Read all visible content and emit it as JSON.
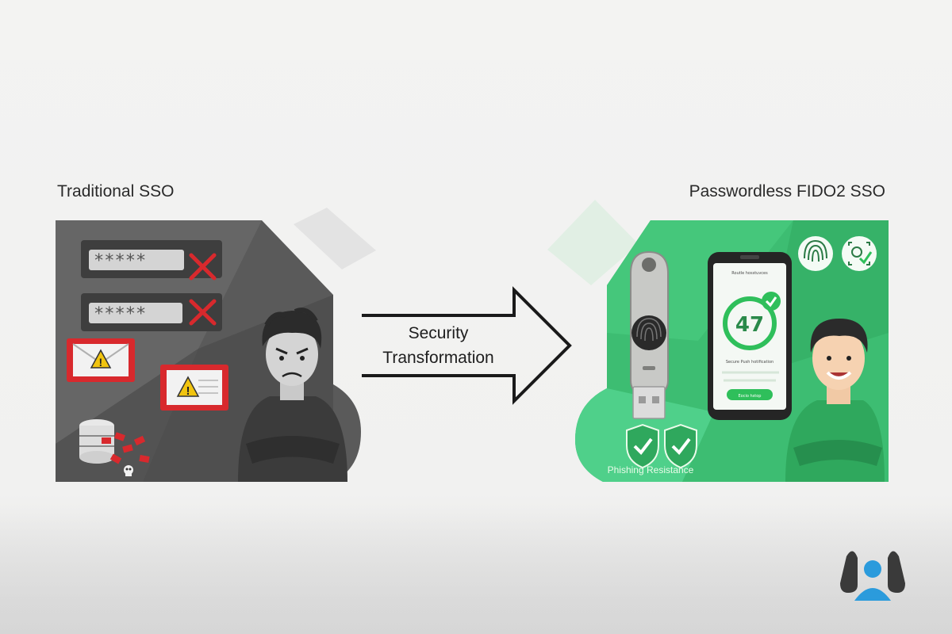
{
  "left_panel": {
    "title": "Traditional SSO",
    "password_mask": "*****",
    "icons": [
      "cross-icon",
      "warning-email-icon",
      "database-breach-icon",
      "skull-icon"
    ]
  },
  "center": {
    "label_line1": "Security",
    "label_line2": "Transformation"
  },
  "right_panel": {
    "title": "Passwordless FIDO2 SSO",
    "phone": {
      "header": "Routle hosstuvces",
      "number": "47",
      "caption": "Secure Push hotification",
      "button": "Eocio hstop"
    },
    "phishing_label": "Phishing Resistance",
    "icons": [
      "fingerprint-icon",
      "face-id-icon",
      "usb-key-icon",
      "shield-check-icon"
    ]
  },
  "colors": {
    "left_bg": "#5b5b5b",
    "right_bg": "#3dbd72",
    "alert_red": "#d8292d",
    "accent_green": "#2fbf5b",
    "logo_blue": "#2b9bdc"
  }
}
